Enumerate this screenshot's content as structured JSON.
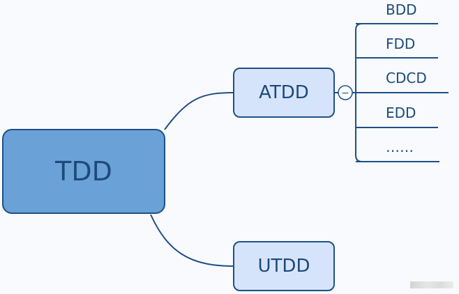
{
  "diagram": {
    "root": {
      "label": "TDD"
    },
    "branches": [
      {
        "label": "ATDD",
        "collapse_symbol": "−",
        "leaves": [
          "BDD",
          "FDD",
          "CDCD",
          "EDD",
          "……"
        ]
      },
      {
        "label": "UTDD",
        "leaves": []
      }
    ],
    "colors": {
      "root_fill": "#6aa2d8",
      "node_fill": "#d6e4fb",
      "stroke": "#1f4f86",
      "text": "#1d4a7a"
    }
  }
}
